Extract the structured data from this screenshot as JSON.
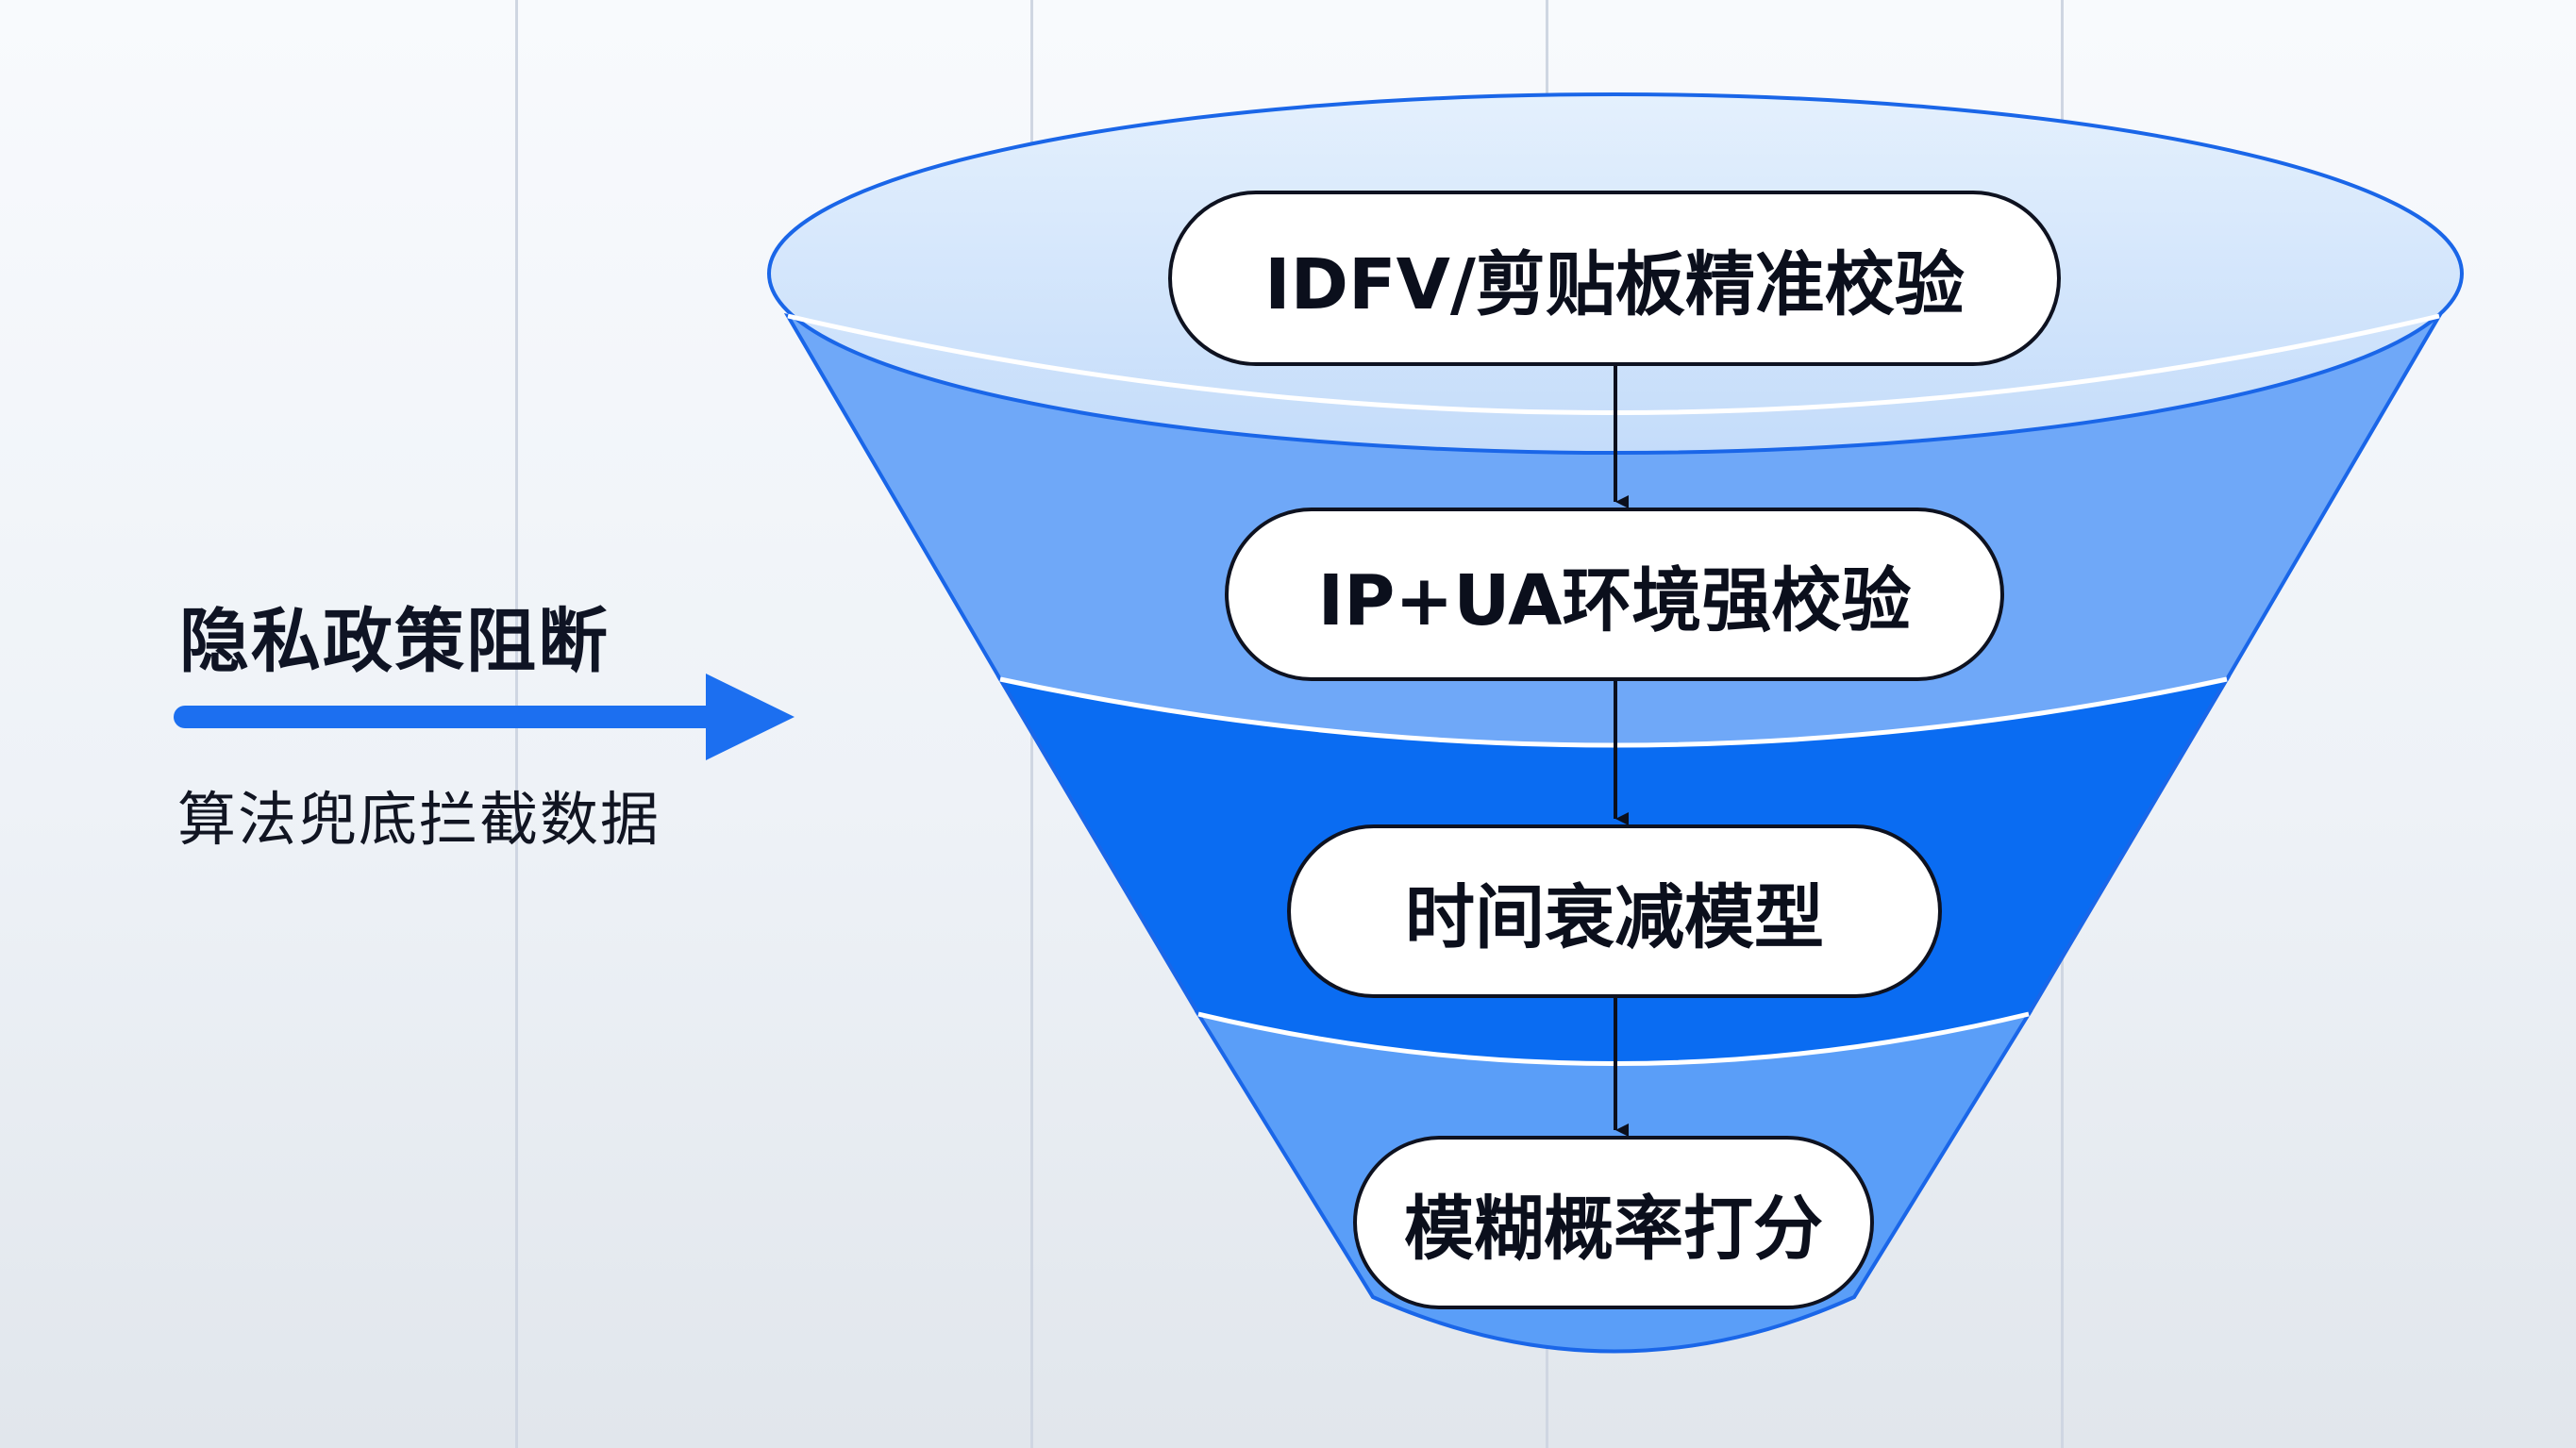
{
  "diagram": {
    "type": "funnel",
    "colors": {
      "background": "#f3f6fa",
      "gridline": "#cfd6e2",
      "band_top": "#cfe3fb",
      "band_1": "#6fa8f8",
      "band_2": "#0a6cf2",
      "band_3": "#5a9ef8",
      "outline": "#1a66e8",
      "separator": "#ffffff",
      "arrow": "#1c6ff0",
      "box_border": "#0e1220",
      "text": "#0b0f1c"
    },
    "input": {
      "title": "隐私政策阻断",
      "subtitle": "算法兜底拦截数据"
    },
    "stages": [
      {
        "label": "IDFV/剪贴板精准校验"
      },
      {
        "label": "IP+UA环境强校验"
      },
      {
        "label": "时间衰减模型"
      },
      {
        "label": "模糊概率打分"
      }
    ]
  }
}
